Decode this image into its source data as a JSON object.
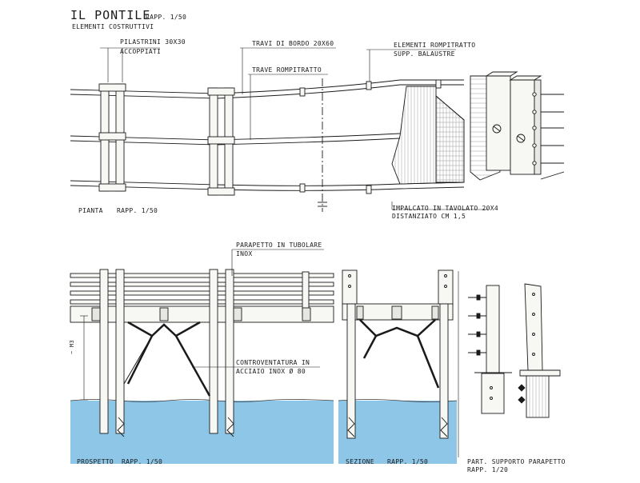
{
  "title": "IL PONTILE",
  "scale_title": "RAPP. 1/50",
  "subtitle": "ELEMENTI COSTRUTTIVI",
  "plan": {
    "label": "PIANTA",
    "scale": "RAPP. 1/50",
    "notes": {
      "pilastrini": [
        "PILASTRINI 30X30",
        "ACCOPPIATI"
      ],
      "travi_bordo": "TRAVI DI BORDO 20X60",
      "trave_rompitratto": "TRAVE ROMPITRATTO",
      "elementi": [
        "ELEMENTI ROMPITRATTO",
        "SUPP. BALAUSTRE"
      ],
      "impalcato": [
        "IMPALCATO IN TAVOLATO 20X4",
        "DISTANZIATO CM 1,5"
      ]
    }
  },
  "elevation": {
    "label": "PROSPETTO",
    "scale": "RAPP. 1/50",
    "notes": {
      "parapetto": [
        "PARAPETTO IN TUBOLARE",
        "INOX"
      ],
      "controventatura": [
        "CONTROVENTATURA IN",
        "ACCIAIO INOX Ø 80"
      ],
      "dimension": "~ M3"
    }
  },
  "section": {
    "label": "SEZIONE",
    "scale": "RAPP. 1/50"
  },
  "detail": {
    "label": "PART. SUPPORTO PARAPETTO",
    "scale": "RAPP. 1/20"
  },
  "colors": {
    "water": "#8ec6e8",
    "ink": "#1a1a1a",
    "timber": "#f7f7f4"
  }
}
